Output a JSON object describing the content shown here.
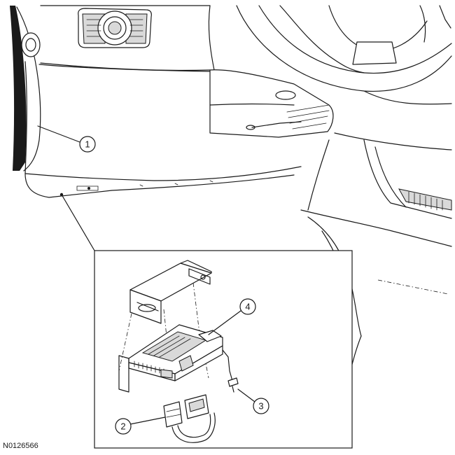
{
  "figure_id": "N0126566",
  "callouts": [
    "1",
    "2",
    "3",
    "4"
  ]
}
